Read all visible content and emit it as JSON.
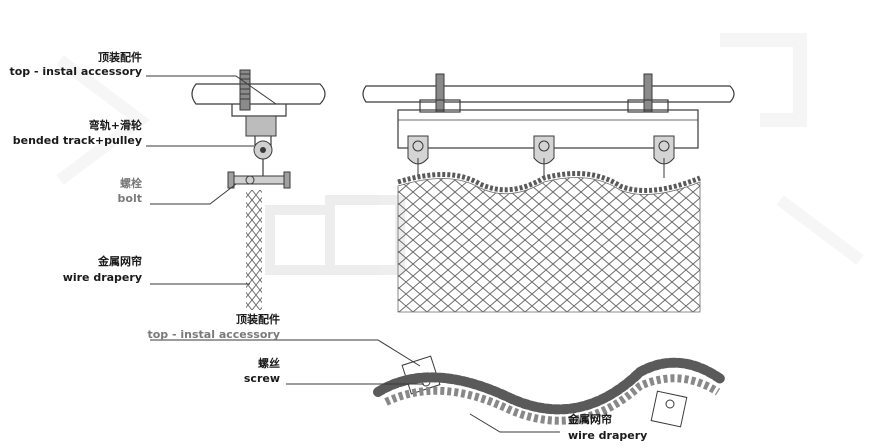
{
  "callouts": {
    "top_accessory": {
      "zh": "顶装配件",
      "en": "top - instal accessory"
    },
    "bended_track": {
      "zh": "弯轨+滑轮",
      "en": "bended track+pulley"
    },
    "bolt": {
      "zh": "螺栓",
      "en": "bolt"
    },
    "wire_drapery": {
      "zh": "金属网帘",
      "en": "wire drapery"
    },
    "top_accessory_2": {
      "zh": "顶装配件",
      "en": "top - instal accessory"
    },
    "screw": {
      "zh": "螺丝",
      "en": "screw"
    },
    "wire_drapery_2": {
      "zh": "金属网帘",
      "en": "wire drapery"
    }
  },
  "colors": {
    "line": "#3a3a3a",
    "mesh": "#6b6b6b",
    "watermark": "#e6e6e6",
    "text": "#1a1a1a"
  }
}
